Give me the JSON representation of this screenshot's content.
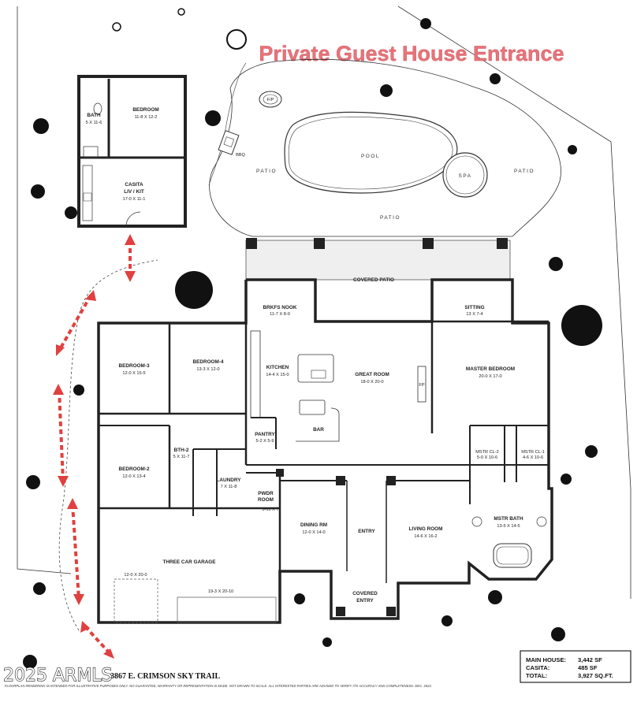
{
  "header": {
    "title": "Private Guest House Entrance"
  },
  "areas": {
    "patio_left": "PATIO",
    "patio_right": "PATIO",
    "patio_bottom": "PATIO",
    "pool": "POOL",
    "spa": "SPA",
    "bbq": "BBQ",
    "fire_pit": "F/P"
  },
  "rooms": [
    {
      "id": "casita-bath",
      "name": "BATH",
      "dim": "5 X 11-6"
    },
    {
      "id": "casita-bedroom",
      "name": "BEDROOM",
      "dim": "11-8 X 12-2"
    },
    {
      "id": "casita-living",
      "name": "CASITA",
      "name2": "LIV / KIT",
      "dim": "17-0 X 11-1"
    },
    {
      "id": "covered-patio",
      "name": "COVERED PATIO",
      "dim": ""
    },
    {
      "id": "breakfast-nook",
      "name": "BRKFS NOOK",
      "dim": "11-7 X 8-0"
    },
    {
      "id": "sitting",
      "name": "SITTING",
      "dim": "13 X 7-4"
    },
    {
      "id": "bedroom-3",
      "name": "BEDROOM-3",
      "dim": "12-0 X 15-5"
    },
    {
      "id": "bedroom-4",
      "name": "BEDROOM-4",
      "dim": "13-3 X 12-0"
    },
    {
      "id": "kitchen",
      "name": "KITCHEN",
      "dim": "14-4 X 15-0"
    },
    {
      "id": "great-room",
      "name": "GREAT ROOM",
      "dim": "18-0 X 20-0"
    },
    {
      "id": "master-bedroom",
      "name": "MASTER BEDROOM",
      "dim": "20-0 X 17-0"
    },
    {
      "id": "pantry",
      "name": "PANTRY",
      "dim": "5-2 X 5-9"
    },
    {
      "id": "bar",
      "name": "BAR",
      "dim": ""
    },
    {
      "id": "bedroom-2",
      "name": "BEDROOM-2",
      "dim": "12-0 X 13-4"
    },
    {
      "id": "bath-2",
      "name": "BTH-2",
      "dim": "5 X 11-7"
    },
    {
      "id": "laundry",
      "name": "LAUNDRY",
      "dim": "7 X 11-8"
    },
    {
      "id": "powder-room",
      "name": "PWDR",
      "name2": "ROOM",
      "dim": "5-10 X 7"
    },
    {
      "id": "dining-room",
      "name": "DINING RM",
      "dim": "12-0 X 14-0"
    },
    {
      "id": "entry",
      "name": "ENTRY",
      "dim": ""
    },
    {
      "id": "living-room",
      "name": "LIVING ROOM",
      "dim": "14-6 X 16-2"
    },
    {
      "id": "master-closet-2",
      "name": "MSTR CL-2",
      "dim": "5-0 X 10-6"
    },
    {
      "id": "master-closet-1",
      "name": "MSTR CL-1",
      "dim": "4-6 X 10-6"
    },
    {
      "id": "master-bath",
      "name": "MSTR BATH",
      "dim": "13-5 X 14-5"
    },
    {
      "id": "garage",
      "name": "THREE CAR GARAGE",
      "dim": ""
    },
    {
      "id": "garage-bay-1",
      "name": "",
      "dim": "12-0 X 20-0"
    },
    {
      "id": "garage-bay-2",
      "name": "",
      "dim": "19-3 X 20-10"
    },
    {
      "id": "covered-entry",
      "name": "COVERED",
      "name2": "ENTRY",
      "dim": ""
    }
  ],
  "footer": {
    "address": "3867 E. CRIMSON SKY TRAIL",
    "disclaimer": "FLOORPLAN RENDERING IS INTENDED FOR ILLUSTRATIVE PURPOSES ONLY. NO GUARANTEE, WARRANTY OR REPRESENTATION IS MADE. NOT DRAWN TO SCALE. ALL INTERESTED PARTIES ARE ADVISED TO VERIFY ITS ACCURACY AND COMPLETENESS. DEC. 2022.",
    "watermark": "2025 ARMLS"
  },
  "square_footage": [
    {
      "label": "MAIN HOUSE:",
      "value": "3,442 SF"
    },
    {
      "label": "CASITA:",
      "value": "485 SF"
    },
    {
      "label": "TOTAL:",
      "value": "3,927 SQ.FT."
    }
  ],
  "colors": {
    "accent_red": "#e0403f",
    "title_pink": "#e8737a",
    "wall": "#222222"
  }
}
